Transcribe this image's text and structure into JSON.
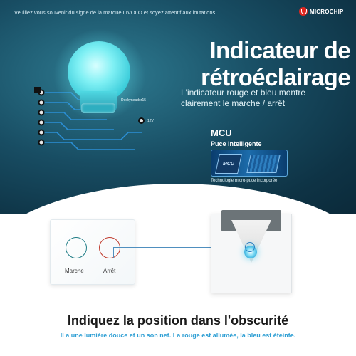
{
  "header": {
    "notice": "Veuillez vous souvenir du signe de la marque LIVOLO et soyez attentif aux imitations.",
    "brand": "MICROCHIP",
    "brand_logo_color": "#e0261f"
  },
  "hero": {
    "headline_line1": "Indicateur de",
    "headline_line2": "rétroéclairage",
    "subline": "L'indicateur rouge et bleu montre clairement le marche / arrêt",
    "chip_label": "Deskyneador15",
    "voltage_label": "12V"
  },
  "mcu": {
    "title": "MCU",
    "subtitle": "Puce intelligente",
    "chip_label": "MCU",
    "caption": "Technologie micro-puce incorporée"
  },
  "panel": {
    "on_label": "Marche",
    "off_label": "Arrêt",
    "on_color": "#1f7c86",
    "off_color": "#c0392b"
  },
  "footer": {
    "title": "Indiquez la position dans l'obscurité",
    "subtitle": "Il a une lumière douce et un son net. La rouge est allumée, la bleu est éteinte.",
    "subtitle_color": "#2e9fd4"
  }
}
